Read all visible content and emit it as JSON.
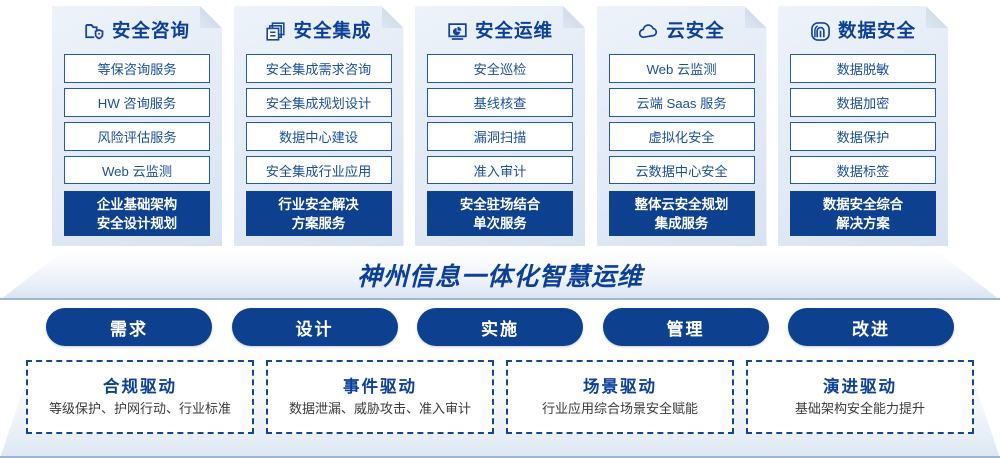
{
  "pillars": [
    {
      "icon": "folder-shield-icon",
      "title": "安全咨询",
      "items": [
        "等保咨询服务",
        "HW 咨询服务",
        "风险评估服务",
        "Web 云监测"
      ],
      "highlight_line1": "企业基础架构",
      "highlight_line2": "安全设计规划"
    },
    {
      "icon": "stacked-windows-icon",
      "title": "安全集成",
      "items": [
        "安全集成需求咨询",
        "安全集成规划设计",
        "数据中心建设",
        "安全集成行业应用"
      ],
      "highlight_line1": "行业安全解决",
      "highlight_line2": "方案服务"
    },
    {
      "icon": "monitor-pie-icon",
      "title": "安全运维",
      "items": [
        "安全巡检",
        "基线核查",
        "漏洞扫描",
        "准入审计"
      ],
      "highlight_line1": "安全驻场结合",
      "highlight_line2": "单次服务"
    },
    {
      "icon": "cloud-icon",
      "title": "云安全",
      "items": [
        "Web 云监测",
        "云端 Saas 服务",
        "虚拟化安全",
        "云数据中心安全"
      ],
      "highlight_line1": "整体云安全规划",
      "highlight_line2": "集成服务"
    },
    {
      "icon": "fingerprint-icon",
      "title": "数据安全",
      "items": [
        "数据脱敏",
        "数据加密",
        "数据保护",
        "数据标签"
      ],
      "highlight_line1": "数据安全综合",
      "highlight_line2": "解决方案"
    }
  ],
  "banner": {
    "text": "神州信息一体化智慧运维"
  },
  "process": {
    "steps": [
      "需求",
      "设计",
      "实施",
      "管理",
      "改进"
    ]
  },
  "drivers": [
    {
      "title": "合规驱动",
      "subtitle": "等级保护、护网行动、行业标准"
    },
    {
      "title": "事件驱动",
      "subtitle": "数据泄漏、威胁攻击、准入审计"
    },
    {
      "title": "场景驱动",
      "subtitle": "行业应用综合场景安全赋能"
    },
    {
      "title": "演进驱动",
      "subtitle": "基础架构安全能力提升"
    }
  ],
  "colors": {
    "brand_blue": "#0e4090",
    "title_blue": "#0b3f99",
    "chip_border": "#2558a6",
    "card_bg": "#e6edf7"
  }
}
